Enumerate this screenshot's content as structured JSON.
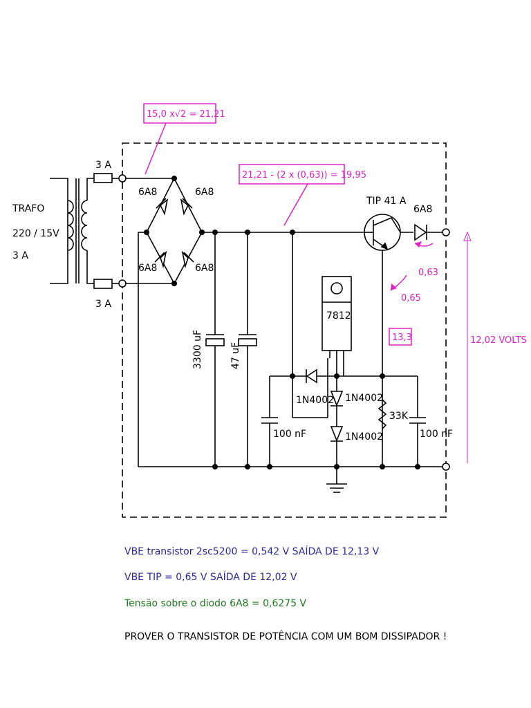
{
  "trafo": {
    "title": "TRAFO",
    "rating": "220 / 15V",
    "current": "3 A"
  },
  "fuse_label": "3 A",
  "bridge_label": "6A8",
  "cap_big": "3300 uF",
  "cap_47": "47 uF",
  "regulator": "7812",
  "transistor": "TIP 41 A",
  "diode_out": "6A8",
  "drop_063": "0,63",
  "drop_065": "0,65",
  "v_133": "13,3",
  "output_voltage": "12,02 VOLTS",
  "d1": "1N4002",
  "d2": "1N4002",
  "d3": "1N4002",
  "res": "33K",
  "cap_left": "100 nF",
  "cap_right": "100 nF",
  "formula1": "15,0 x√2 = 21,21",
  "formula2": "21,21 - (2 x (0,63)) = 19,95",
  "notes": {
    "line1": "VBE transistor 2sc5200 = 0,542 V   SAÍDA DE 12,13 V",
    "line2": "VBE TIP = 0,65 V    SAÍDA DE  12,02 V",
    "line3": "Tensão sobre o diodo 6A8 = 0,6275 V",
    "line4": "PROVER O  TRANSISTOR DE POTÊNCIA COM UM BOM DISSIPADOR !"
  },
  "colors": {
    "magenta": "#e020c8",
    "blue": "#2a2aa0",
    "green": "#1f7a1f",
    "black": "#000000"
  }
}
